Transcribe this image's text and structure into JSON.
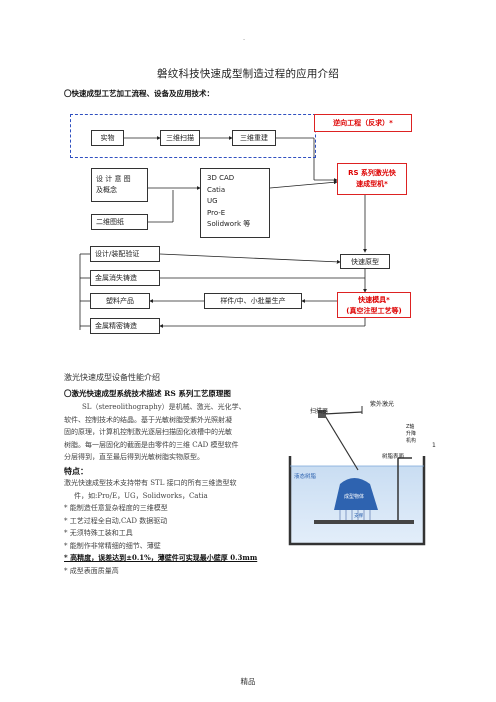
{
  "page": {
    "top_mark": "-",
    "title": "磐纹科技快速成型制造过程的应用介绍",
    "section1_heading": "〇快速成型工艺加工流程、设备及应用技术：",
    "section2_heading": "激光快速成型设备性能介绍",
    "section2_subheading": "〇激光快速成型系统技术描述 RS 系列工艺原理图",
    "description_lines": [
      "SL（stereolithography）是机械、激光、光化学、",
      "软件、控制技术的结晶。基于光敏树脂受紫外光照射凝",
      "固的原理，计算机控制激光逐层扫描固化液槽中的光敏",
      "树脂。每一层固化的截面是由零件的三维 CAD 模型软件",
      "分层得到，直至最后得到光敏树脂实物原型。"
    ],
    "features_heading": "特点：",
    "features_lines": [
      "激光快速成型技术支持带有 STL 接口的所有三维造型软",
      "件，如:Pro/E，UG，Solidworks，Catia"
    ],
    "bullets": [
      "* 能制造任意复杂程度的三维模型",
      "* 工艺过程全自动,CAD 数据驱动",
      "* 无须特殊工装和工具",
      "* 能制作非常精细的细节、薄壁"
    ],
    "bold_bullet": "* 高精度，误差达到±0.1%，薄壁件可实现最小壁厚 0.3mm",
    "last_bullet": "* 成型表面质量高",
    "footer": "精品"
  },
  "flow": {
    "shiwu": "实物",
    "sanwei_saomiao": "三维扫描",
    "sanwei_chonggou": "三维重建",
    "nixiang": "逆向工程（反求）*",
    "sheji_1": "设 计 意 图",
    "sheji_2": "及概念",
    "erwei": "二维图纸",
    "cad": [
      "3D CAD",
      "Catia",
      "UG",
      "Pro-E",
      "Solidwork  等"
    ],
    "rs_1": "RS 系列激光快",
    "rs_2": "速成型机*",
    "design_verify": "设计/装配验证",
    "quick_proto": "快速原型",
    "metal_cast_1": "金属消失铸造",
    "plastic": "塑料产品",
    "small_batch": "样件/中、小批量生产",
    "mold_1": "快速模具*",
    "mold_2": "(真空注型工艺等)",
    "metal_cast_2": "金属精密铸造"
  },
  "diagram": {
    "scanner": "扫描器",
    "uv_laser": "紫外激光",
    "z_axis_1": "Z轴",
    "z_axis_2": "升降",
    "z_axis_3": "机构",
    "part_surface": "树脂表面",
    "liquid_resin": "液态树脂",
    "formed_part": "成型物体",
    "support": "支撑",
    "side_mark": "1"
  }
}
